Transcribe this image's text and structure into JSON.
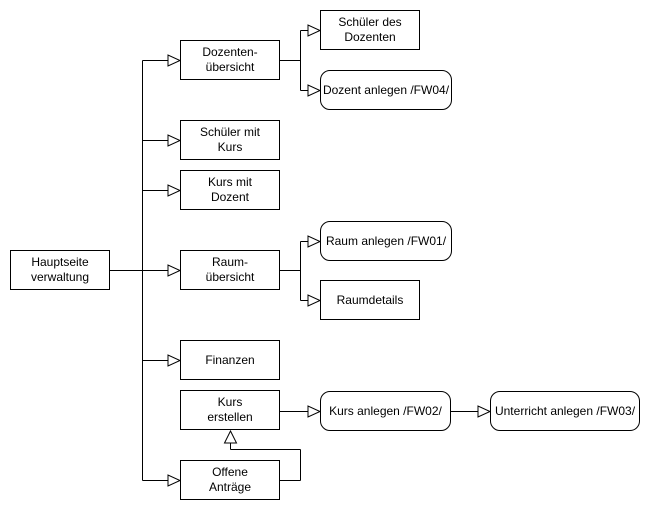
{
  "diagram": {
    "background_color": "#ffffff",
    "stroke_color": "#000000",
    "text_color": "#000000",
    "arrow_style": "hollow-triangle",
    "nodes": [
      {
        "id": "hauptseite-verwaltung",
        "label": "Hauptseite\nverwaltung",
        "shape": "rect"
      },
      {
        "id": "dozenten-uebersicht",
        "label": "Dozenten-\nübersicht",
        "shape": "rect"
      },
      {
        "id": "schueler-mit-kurs",
        "label": "Schüler mit\nKurs",
        "shape": "rect"
      },
      {
        "id": "kurs-mit-dozent",
        "label": "Kurs mit\nDozent",
        "shape": "rect"
      },
      {
        "id": "raum-uebersicht",
        "label": "Raum-\nübersicht",
        "shape": "rect"
      },
      {
        "id": "finanzen",
        "label": "Finanzen",
        "shape": "rect"
      },
      {
        "id": "kurs-erstellen",
        "label": "Kurs\nerstellen",
        "shape": "rect"
      },
      {
        "id": "offene-antraege",
        "label": "Offene\nAnträge",
        "shape": "rect"
      },
      {
        "id": "schueler-des-dozenten",
        "label": "Schüler des\nDozenten",
        "shape": "rect"
      },
      {
        "id": "dozent-anlegen",
        "label": "Dozent anlegen /FW04/",
        "shape": "rounded"
      },
      {
        "id": "raum-anlegen",
        "label": "Raum anlegen /FW01/",
        "shape": "rounded"
      },
      {
        "id": "raumdetails",
        "label": "Raumdetails",
        "shape": "rect"
      },
      {
        "id": "kurs-anlegen",
        "label": "Kurs anlegen /FW02/",
        "shape": "rounded"
      },
      {
        "id": "unterricht-anlegen",
        "label": "Unterricht anlegen /FW03/",
        "shape": "rounded"
      }
    ],
    "edges": [
      {
        "from": "hauptseite-verwaltung",
        "to": "dozenten-uebersicht"
      },
      {
        "from": "hauptseite-verwaltung",
        "to": "schueler-mit-kurs"
      },
      {
        "from": "hauptseite-verwaltung",
        "to": "kurs-mit-dozent"
      },
      {
        "from": "hauptseite-verwaltung",
        "to": "raum-uebersicht"
      },
      {
        "from": "hauptseite-verwaltung",
        "to": "finanzen"
      },
      {
        "from": "hauptseite-verwaltung",
        "to": "offene-antraege"
      },
      {
        "from": "dozenten-uebersicht",
        "to": "schueler-des-dozenten"
      },
      {
        "from": "dozenten-uebersicht",
        "to": "dozent-anlegen"
      },
      {
        "from": "raum-uebersicht",
        "to": "raum-anlegen"
      },
      {
        "from": "raum-uebersicht",
        "to": "raumdetails"
      },
      {
        "from": "kurs-erstellen",
        "to": "kurs-anlegen"
      },
      {
        "from": "kurs-anlegen",
        "to": "unterricht-anlegen"
      },
      {
        "from": "offene-antraege",
        "to": "kurs-erstellen"
      }
    ]
  }
}
